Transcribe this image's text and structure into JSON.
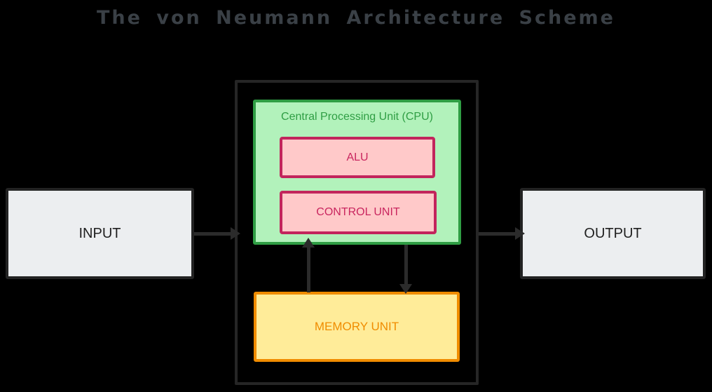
{
  "title": "The von Neumann Architecture Scheme",
  "nodes": {
    "input": {
      "label": "INPUT"
    },
    "output": {
      "label": "OUTPUT"
    },
    "cpu": {
      "label": "Central Processing Unit (CPU)"
    },
    "alu": {
      "label": "ALU"
    },
    "control": {
      "label": "CONTROL UNIT"
    },
    "memory": {
      "label": "MEMORY UNIT"
    }
  },
  "arrows": [
    {
      "name": "input-to-system",
      "direction": "right"
    },
    {
      "name": "system-to-output",
      "direction": "right"
    },
    {
      "name": "memory-to-cpu",
      "direction": "up"
    },
    {
      "name": "cpu-to-memory",
      "direction": "down"
    }
  ],
  "colors": {
    "background": "#000000",
    "title_text": "#3a4046",
    "dark_stroke": "#2b2b2b",
    "io_fill": "#eceef0",
    "io_text": "#1f1f1f",
    "cpu_fill": "#b2f2bb",
    "cpu_stroke": "#2f9e44",
    "unit_fill": "#ffc9c9",
    "unit_stroke": "#c2255c",
    "memory_fill": "#ffec99",
    "memory_stroke": "#f08c00"
  }
}
